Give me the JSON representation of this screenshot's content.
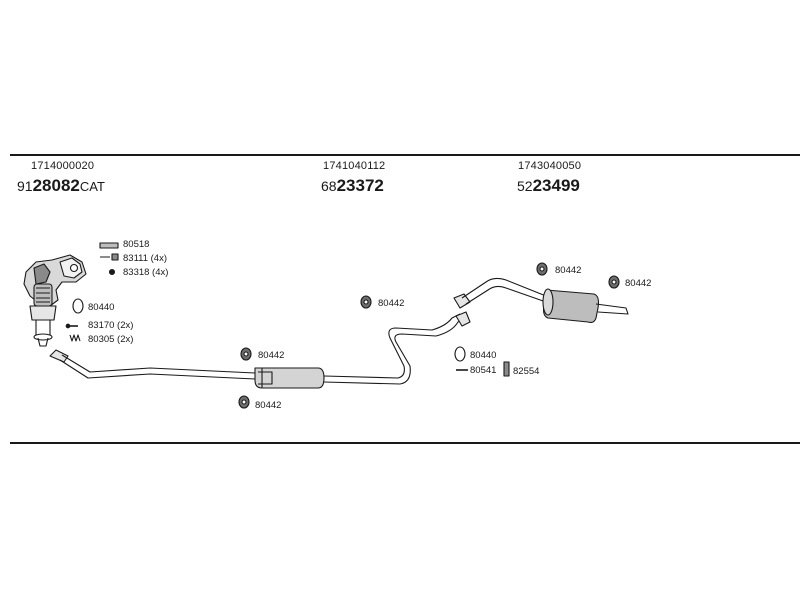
{
  "header": {
    "columns": [
      {
        "ref": "1714000020",
        "prefix": "91",
        "code": "28082",
        "suffix": "CAT"
      },
      {
        "ref": "1741040112",
        "prefix": "68",
        "code": "23372",
        "suffix": ""
      },
      {
        "ref": "1743040050",
        "prefix": "52",
        "code": "23499",
        "suffix": ""
      }
    ]
  },
  "parts": {
    "clamp_80518": "80518",
    "bolt_83111": "83111 (4x)",
    "nut_83318": "83318 (4x)",
    "ring_80440_left": "80440",
    "bolt_83170": "83170 (2x)",
    "spring_80305": "80305 (2x)",
    "hanger_80442_mid_top": "80442",
    "hanger_80442_mid_bottom": "80442",
    "hanger_80442_center": "80442",
    "ring_80440_right": "80440",
    "bolt_80541": "80541",
    "clamp_82554": "82554",
    "hanger_80442_rear1": "80442",
    "hanger_80442_rear2": "80442"
  },
  "colors": {
    "line": "#1a1a1a",
    "part_fill": "#e6e6e6",
    "part_dark": "#6e6e6e"
  }
}
